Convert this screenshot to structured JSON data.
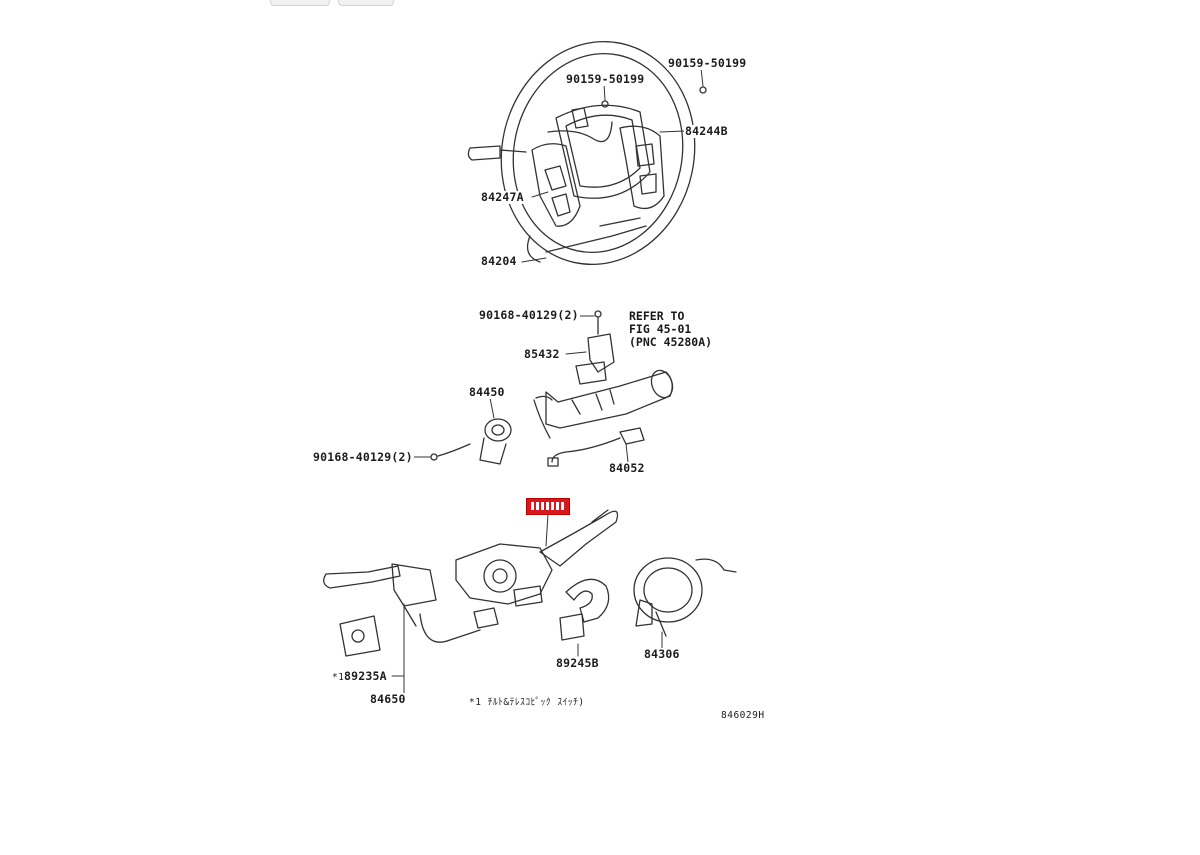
{
  "parts": {
    "p90159_top_right": "90159-50199",
    "p90159_left": "90159-50199",
    "p84244B": "84244B",
    "p84247A": "84247A",
    "p84204": "84204",
    "p90168_top": "90168-40129(2)",
    "p85432": "85432",
    "p84450": "84450",
    "p90168_left": "90168-40129(2)",
    "p84052": "84052",
    "p89235A": "89235A",
    "p84650": "84650",
    "p89245B": "89245B",
    "p84306": "84306"
  },
  "refer": {
    "line1": "REFER TO",
    "line2": "FIG 45-01",
    "line3": "(PNC 45280A)"
  },
  "footnote_marker": "*1",
  "footnote": "*1 ﾁﾙﾄ&ﾃﾚｽｺﾋﾟｯｸ ｽｲｯﾁ)",
  "figure_id": "846029H",
  "colors": {
    "highlight": "#d7191f",
    "line": "#333333"
  }
}
